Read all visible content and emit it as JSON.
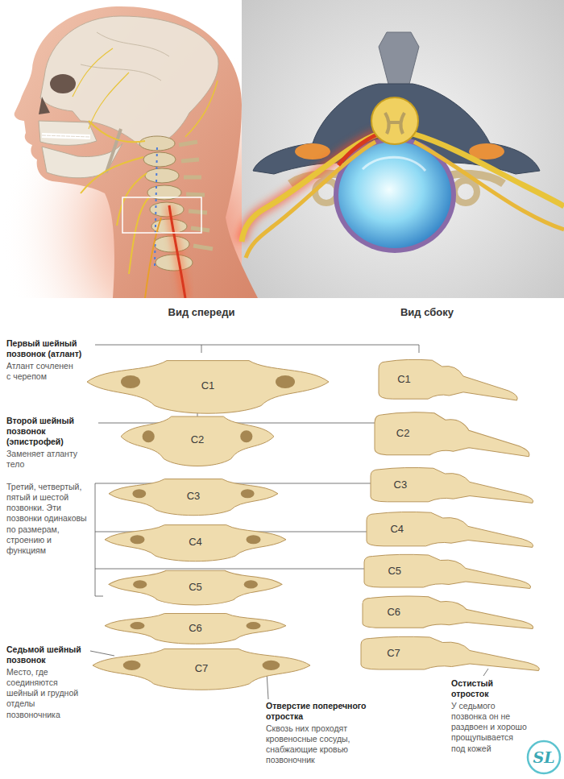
{
  "diagram": {
    "nodes": [
      {
        "text": [
          "C1"
        ]
      },
      {
        "text": [
          "C2"
        ]
      },
      {
        "text": [
          "C3"
        ]
      },
      {
        "text": [
          "C4"
        ]
      },
      {
        "text": [
          "C5"
        ]
      },
      {
        "text": [
          "C6"
        ]
      },
      {
        "text": [
          "C7"
        ]
      },
      {
        "text": [
          "C1"
        ]
      },
      {
        "text": [
          "C2"
        ]
      },
      {
        "text": [
          "C3"
        ]
      },
      {
        "text": [
          "C4"
        ]
      },
      {
        "text": [
          "C5"
        ]
      },
      {
        "text": [
          "C6"
        ]
      },
      {
        "text": [
          "C7"
        ]
      }
    ],
    "labels": [
      "Вид спереди",
      "Вид сбоку",
      "Первый шейный позвонок (атлант)",
      "Атлант сочленен с черепом",
      "Второй шейный позвонок (эпистрофей)",
      "Заменяет атланту тело",
      "Третий, четвертый, пятый и шестой позвонки. Эти позвонки одинаковы по размерам, строению и функциям",
      "Седьмой шейный позвонок",
      "Место, где соединяются шейный и грудной отделы позвоночника",
      "Отверстие поперечного отростка",
      "Сквозь них проходят кровеносные сосуды, снабжающие кровью позвоночник",
      "Остистый отросток",
      "У седьмого позвонка он не раздвоен и хорошо прощупывается под кожей",
      "SL"
    ]
  }
}
